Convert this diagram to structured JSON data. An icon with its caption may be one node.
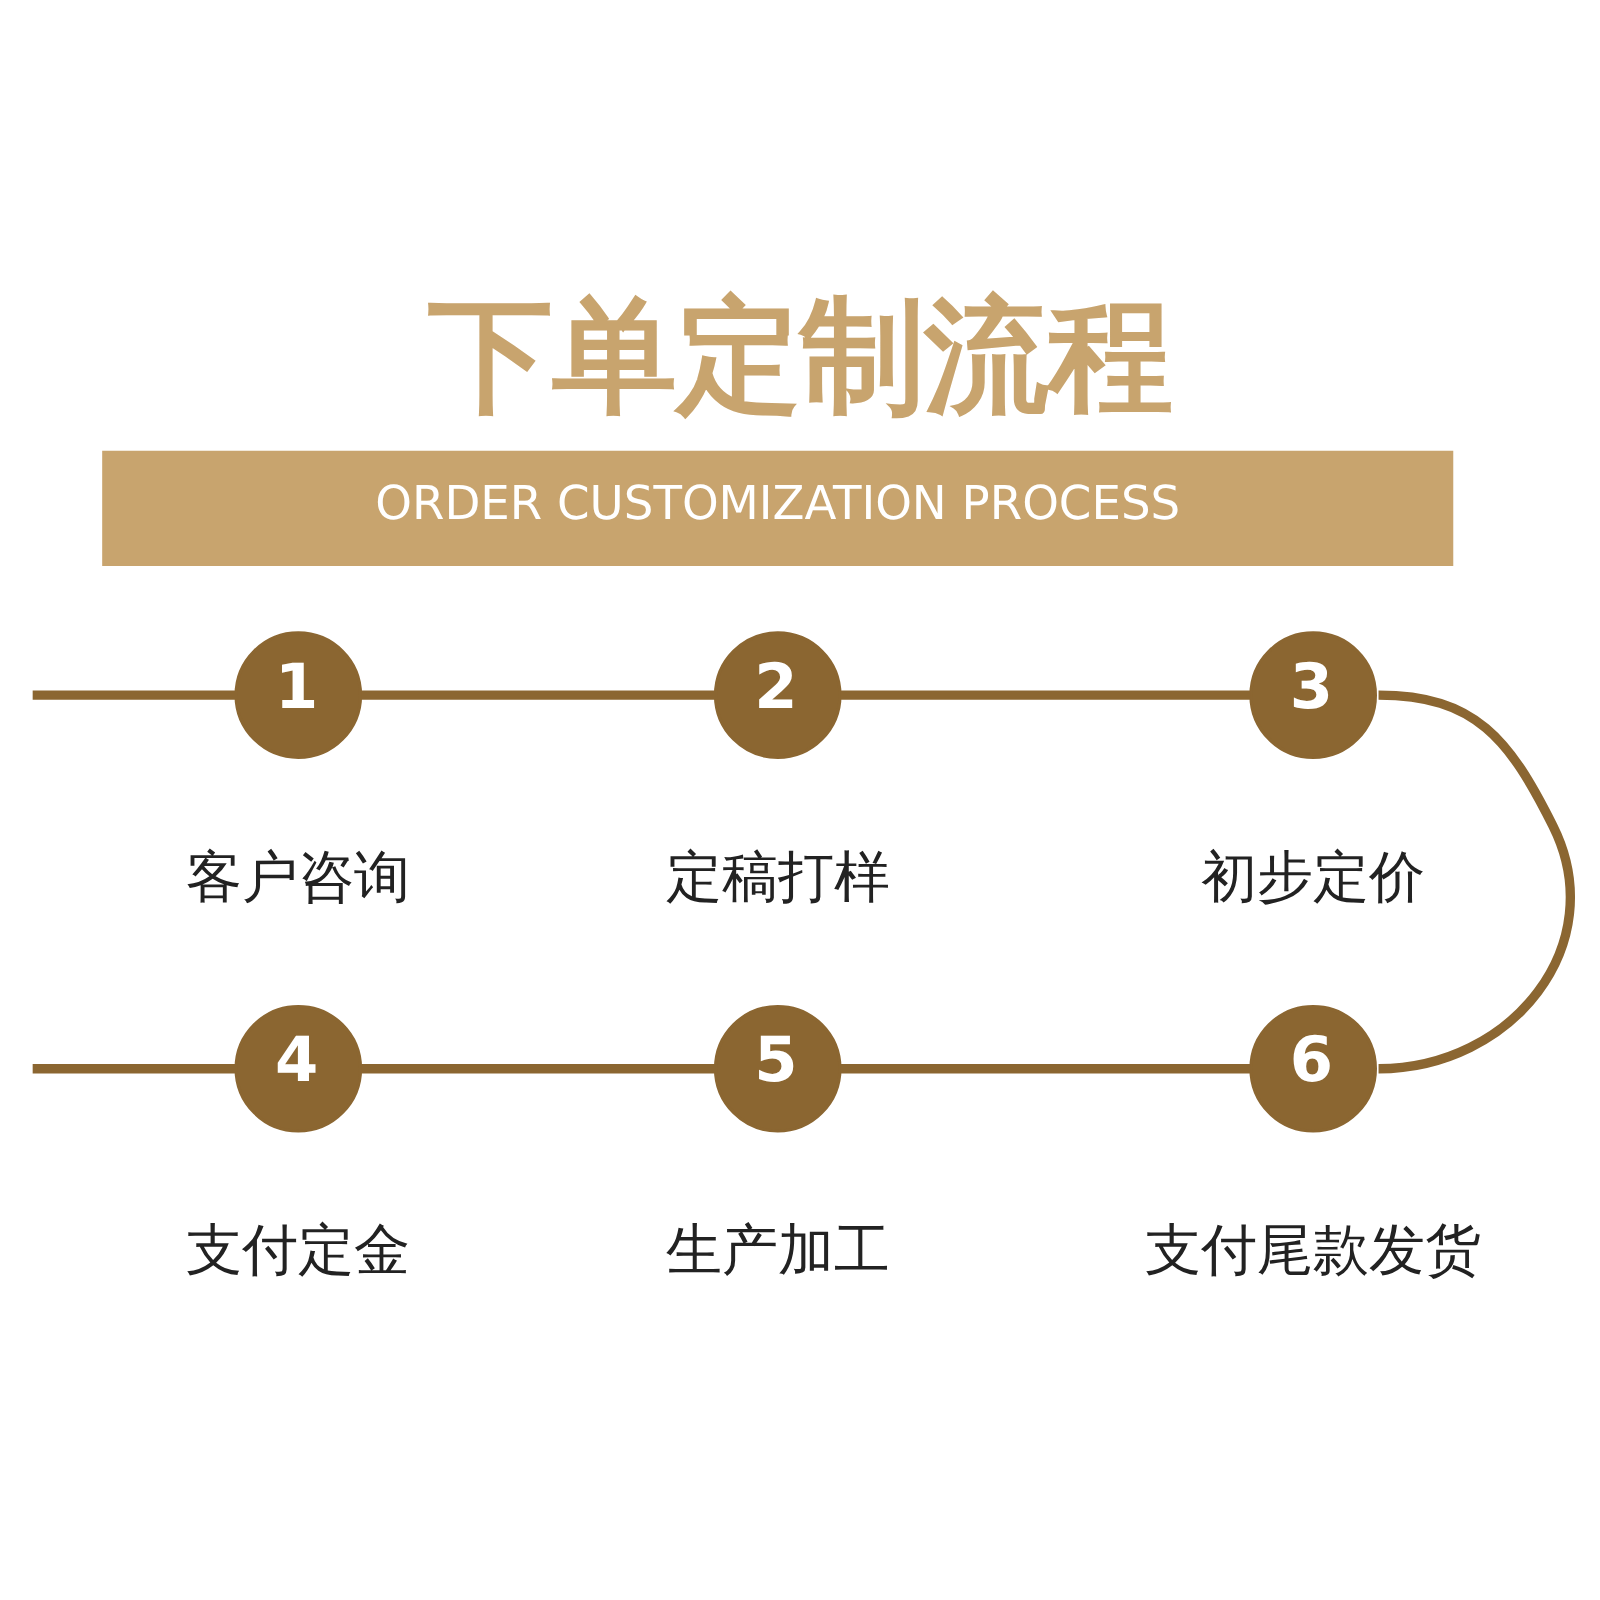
{
  "diagram": {
    "title": "下单定制流程",
    "nodes": [
      {
        "text": [
          "1"
        ],
        "beside": [
          "客户咨询"
        ]
      },
      {
        "text": [
          "2"
        ],
        "beside": [
          "定稿打样"
        ]
      },
      {
        "text": [
          "3"
        ],
        "beside": [
          "初步定价"
        ]
      },
      {
        "text": [
          "4"
        ],
        "beside": [
          "支付定金"
        ]
      },
      {
        "text": [
          "5"
        ],
        "beside": [
          "生产加工"
        ]
      },
      {
        "text": [
          "6"
        ],
        "beside": [
          "支付尾款发货"
        ]
      }
    ],
    "edges": [
      {
        "from": null,
        "to": 0,
        "arrow": "none"
      },
      {
        "from": 0,
        "to": 1,
        "arrow": "none"
      },
      {
        "from": 1,
        "to": 2,
        "arrow": "none"
      },
      {
        "from": 2,
        "to": 5,
        "arrow": "none"
      },
      {
        "from": 3,
        "to": 4,
        "arrow": "none"
      },
      {
        "from": 4,
        "to": 5,
        "arrow": "none"
      },
      {
        "from": null,
        "to": 3,
        "arrow": "none"
      }
    ],
    "labels": [
      "ORDER CUSTOMIZATION PROCESS"
    ]
  }
}
